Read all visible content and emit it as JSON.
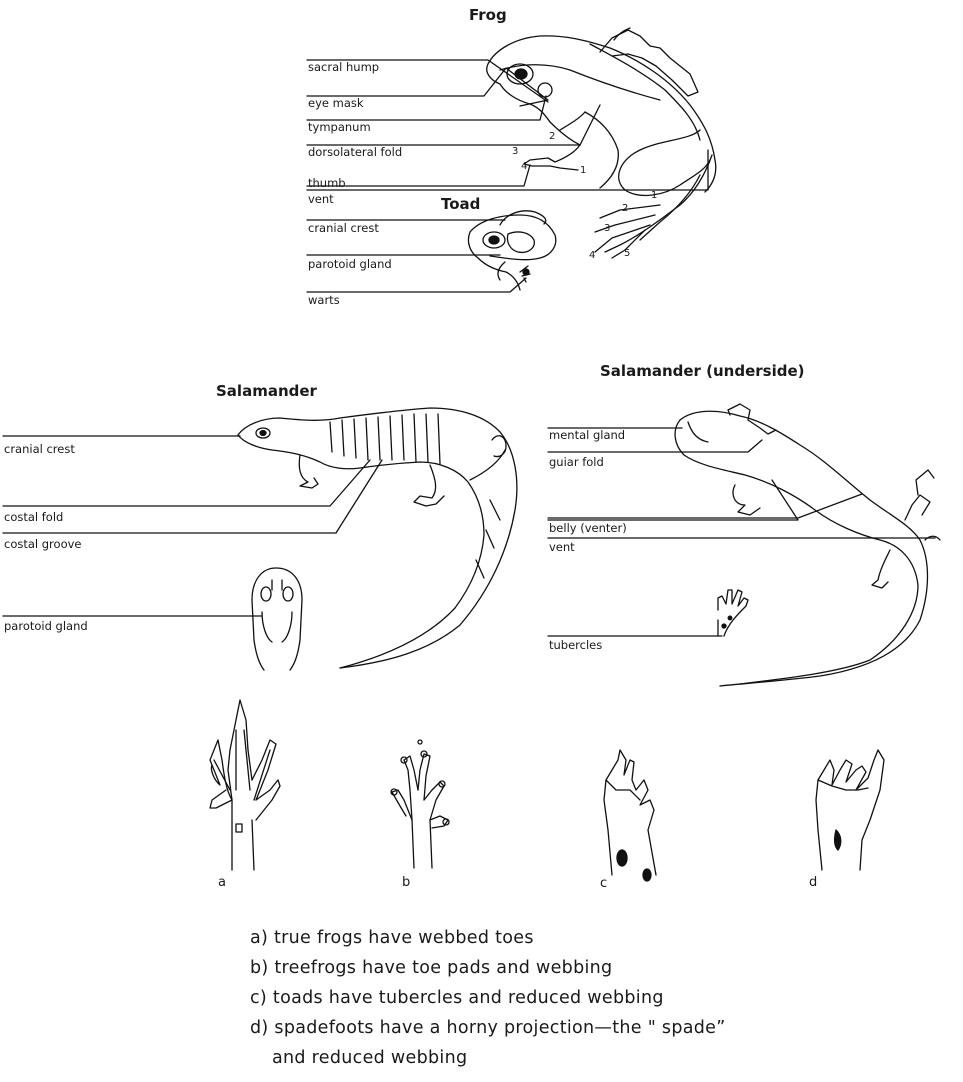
{
  "frog_section": {
    "frog_title": "Frog",
    "toad_title": "Toad",
    "labels": {
      "sacral_hump": "sacral hump",
      "eye_mask": "eye mask",
      "tympanum": "tympanum",
      "dorsolateral_fold": "dorsolateral fold",
      "thumb": "thumb",
      "vent": "vent",
      "cranial_crest": "cranial crest",
      "parotoid_gland": "parotoid gland",
      "warts": "warts"
    },
    "front_toe_numbers": [
      "2",
      "3",
      "4",
      "1"
    ],
    "hind_toe_numbers": [
      "1",
      "2",
      "3",
      "4",
      "5"
    ]
  },
  "salamander_section": {
    "title": "Salamander",
    "labels": {
      "cranial_crest": "cranial crest",
      "costal_fold": "costal fold",
      "costal_groove": "costal groove",
      "parotoid_gland": "parotoid gland"
    }
  },
  "underside_section": {
    "title": "Salamander (underside)",
    "labels": {
      "mental_gland": "mental gland",
      "guiar_fold": "guiar fold",
      "belly": "belly (venter)",
      "vent": "vent",
      "tubercles": "tubercles"
    }
  },
  "feet": {
    "letters": [
      "a",
      "b",
      "c",
      "d"
    ],
    "captions": [
      "a) true frogs have webbed toes",
      "b) treefrogs have toe pads and webbing",
      "c) toads have tubercles and reduced webbing",
      "d) spadefoots have a horny projection—the \" spade”",
      "and reduced webbing"
    ]
  }
}
